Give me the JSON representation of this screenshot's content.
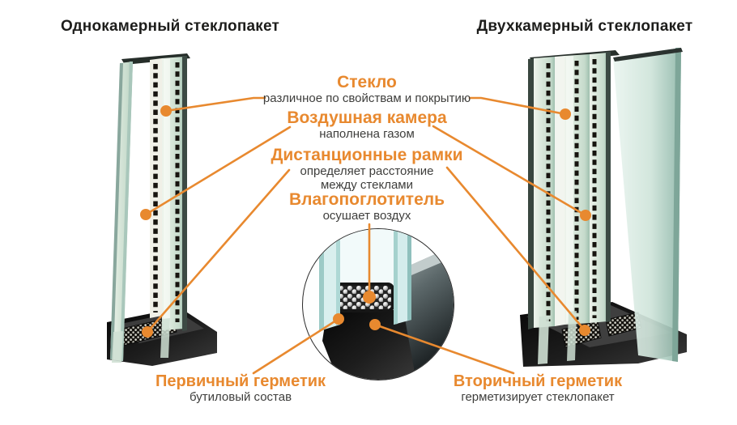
{
  "colors": {
    "accent": "#E8892F",
    "title": "#1D1D1B",
    "subtitle": "#3E3E3C",
    "background": "#FFFFFF"
  },
  "header": {
    "left_title": "Однокамерный стеклопакет",
    "right_title": "Двухкамерный стеклопакет"
  },
  "callouts": {
    "glass": {
      "title": "Стекло",
      "subtitle": "различное по свойствам и покрытию"
    },
    "air_chamber": {
      "title": "Воздушная камера",
      "subtitle": "наполнена газом"
    },
    "spacer_frames": {
      "title": "Дистанционные рамки",
      "subtitle": "определяет расстояние между стеклами"
    },
    "desiccant": {
      "title": "Влагопоглотитель",
      "subtitle": "осушает воздух"
    },
    "primary_sealant": {
      "title": "Первичный герметик",
      "subtitle": "бутиловый состав"
    },
    "secondary_sealant": {
      "title": "Вторичный герметик",
      "subtitle": "герметизирует стеклопакет"
    }
  },
  "icons": {
    "magnifier": "magnified-cross-section-circle",
    "marker_dot": "orange-pointer-dot"
  }
}
